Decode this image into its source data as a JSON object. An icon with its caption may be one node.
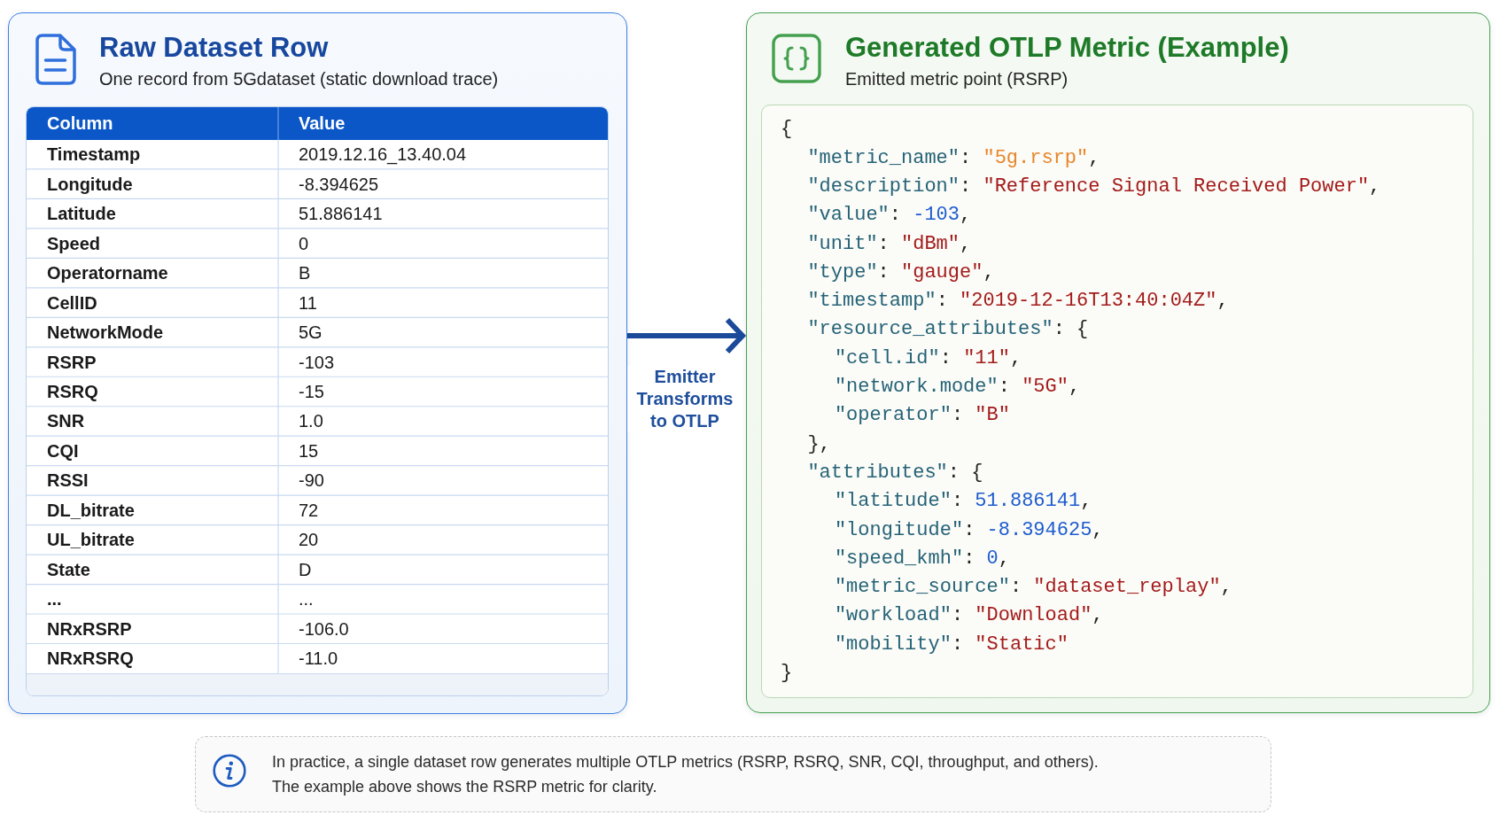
{
  "diagram": {
    "nodes": [
      {
        "text": [
          "Raw Dataset Row",
          "One record from 5Gdataset (static download trace)"
        ]
      },
      {
        "text": [
          "Generated OTLP Metric (Example)",
          "Emitted metric point (RSRP)"
        ]
      },
      {
        "text": [
          "{",
          "\"metric_name\": \"5g.rsrp\",",
          "\"description\": \"Reference Signal Received Power\",",
          "\"value\": -103,",
          "\"unit\": \"dBm\",",
          "\"type\": \"gauge\",",
          "\"timestamp\": \"2019-12-16T13:40:04Z\",",
          "\"resource_attributes\": {",
          "\"cell.id\": \"11\",",
          "\"network.mode\": \"5G\",",
          "\"operator\": \"B\"",
          "},",
          "\"attributes\": {",
          "\"latitude\": 51.886141,",
          "\"longitude\": -8.394625,",
          "\"speed_kmh\": 0,",
          "\"metric_source\": \"dataset_replay\",",
          "\"workload\": \"Download\",",
          "\"mobility\": \"Static\"",
          "}"
        ],
        "in": 1
      },
      {
        "text": [
          "In practice, a single dataset row generates multiple OTLP metrics (RSRP, RSRQ, SNR, CQI, throughput, and others).",
          "The example above shows the RSRP metric for clarity."
        ]
      }
    ],
    "edges": [
      {
        "from": 0,
        "to": 1,
        "arrow": "to",
        "label": "Emitter Transforms to OTLP"
      }
    ],
    "labels": [
      "Column",
      "Value",
      "Timestamp",
      "2019.12.16_13.40.04",
      "Longitude",
      "-8.394625",
      "Latitude",
      "51.886141",
      "Speed",
      "0",
      "Operatorname",
      "B",
      "CellID",
      "11",
      "NetworkMode",
      "5G",
      "RSRP",
      "-103",
      "RSRQ",
      "-15",
      "SNR",
      "1.0",
      "CQI",
      "15",
      "RSSI",
      "-90",
      "DL_bitrate",
      "72",
      "UL_bitrate",
      "20",
      "State",
      "D",
      "...",
      "...",
      "NRxRSRP",
      "-106.0",
      "NRxRSRQ",
      "-11.0"
    ]
  }
}
